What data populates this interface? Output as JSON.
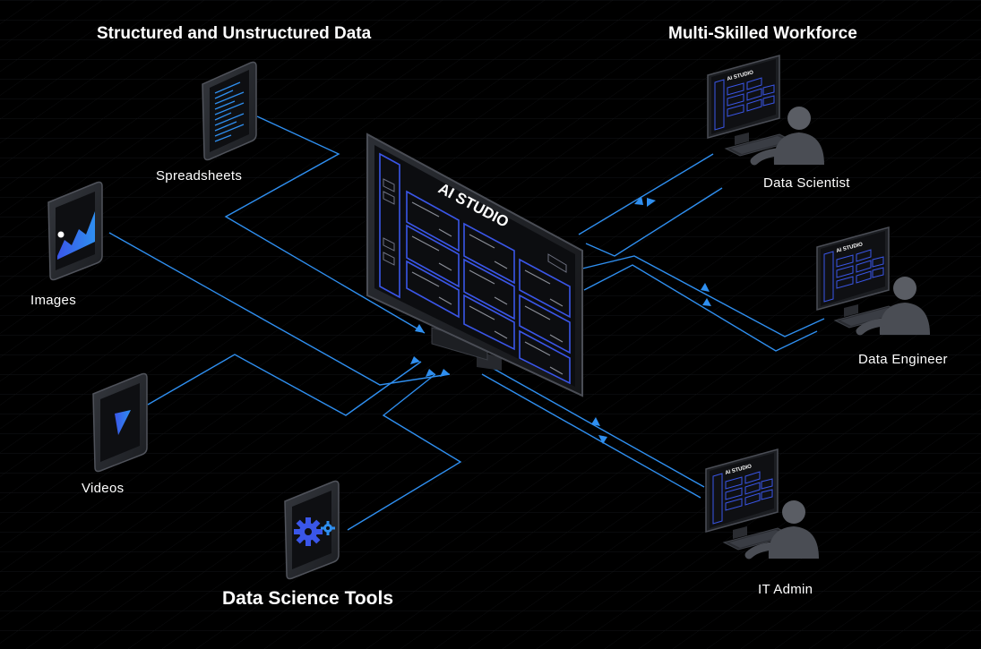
{
  "headers": {
    "data_sources": "Structured and Unstructured Data",
    "workforce": "Multi-Skilled Workforce",
    "tools": "Data Science Tools"
  },
  "center": {
    "title": "AI STUDIO",
    "mini_title": "AI STUDIO"
  },
  "sources": [
    {
      "label": "Spreadsheets",
      "icon": "spreadsheet-icon"
    },
    {
      "label": "Images",
      "icon": "image-chart-icon"
    },
    {
      "label": "Videos",
      "icon": "video-play-icon"
    }
  ],
  "roles": [
    {
      "label": "Data Scientist"
    },
    {
      "label": "Data Engineer"
    },
    {
      "label": "IT Admin"
    }
  ],
  "colors": {
    "background": "#000000",
    "accent": "#2f8ff0",
    "device": "#2a2c31",
    "text": "#ffffff"
  }
}
